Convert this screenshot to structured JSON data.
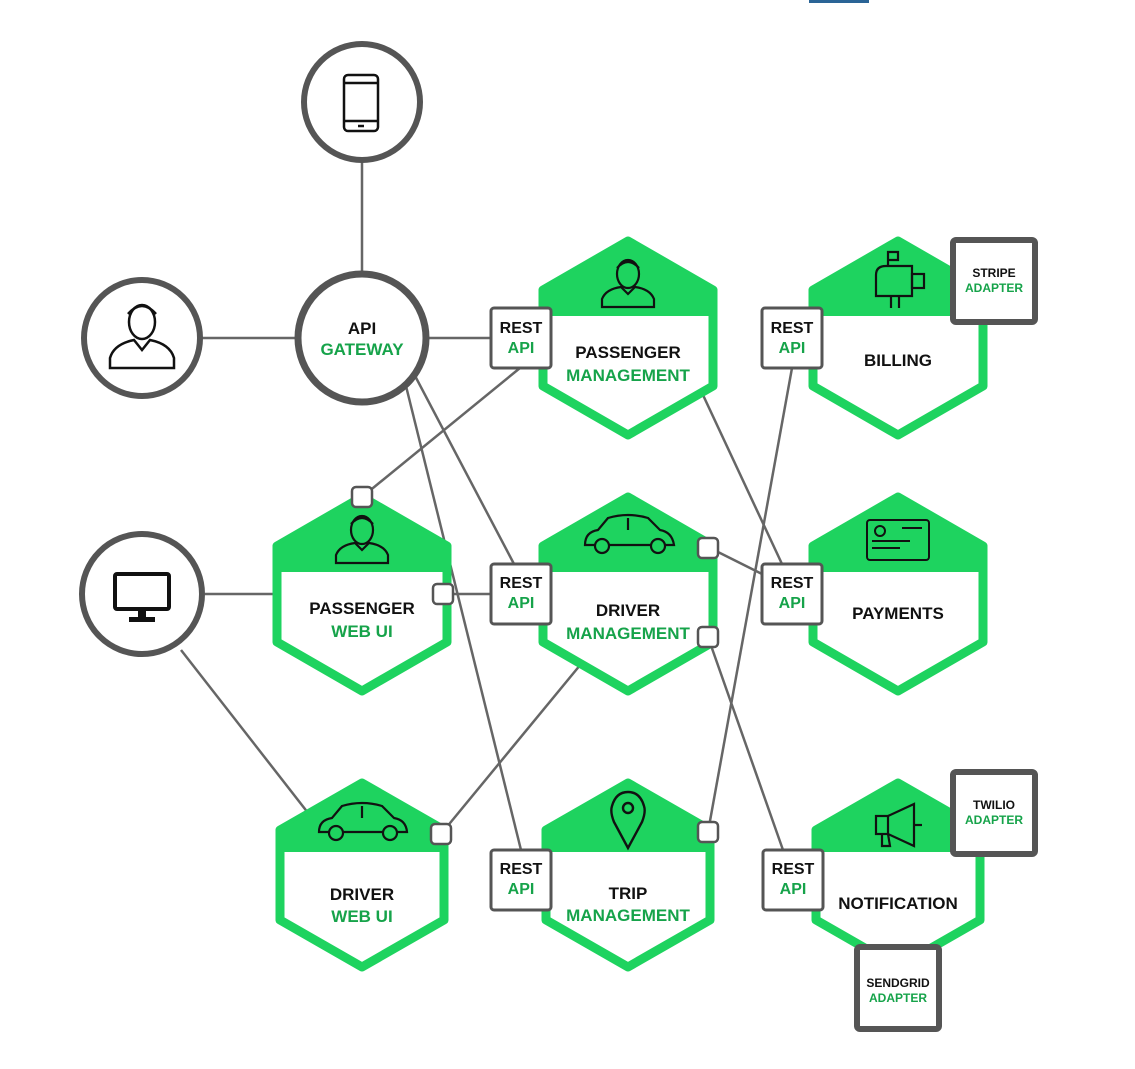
{
  "colors": {
    "green": "#1ed35f",
    "green_text": "#16a34a",
    "line": "#666666",
    "circle_stroke": "#555555",
    "box_stroke": "#555555",
    "dark": "#111111",
    "accent_rule": "#2a6496"
  },
  "clients": {
    "mobile": {
      "icon": "mobile-phone-icon"
    },
    "user": {
      "icon": "person-icon"
    },
    "desktop": {
      "icon": "desktop-monitor-icon"
    }
  },
  "gateway": {
    "line1": "API",
    "line2": "GATEWAY"
  },
  "services": {
    "passenger_management": {
      "line1": "PASSENGER",
      "line2": "MANAGEMENT",
      "icon": "person-icon"
    },
    "billing": {
      "line1": "BILLING",
      "line2": "",
      "icon": "mailbox-icon"
    },
    "passenger_web_ui": {
      "line1": "PASSENGER",
      "line2": "WEB UI",
      "icon": "person-icon"
    },
    "driver_management": {
      "line1": "DRIVER",
      "line2": "MANAGEMENT",
      "icon": "car-icon"
    },
    "payments": {
      "line1": "PAYMENTS",
      "line2": "",
      "icon": "credit-card-icon"
    },
    "driver_web_ui": {
      "line1": "DRIVER",
      "line2": "WEB UI",
      "icon": "car-icon"
    },
    "trip_management": {
      "line1": "TRIP",
      "line2": "MANAGEMENT",
      "icon": "location-pin-icon"
    },
    "notification": {
      "line1": "NOTIFICATION",
      "line2": "",
      "icon": "megaphone-icon"
    }
  },
  "rest_api": {
    "line1": "REST",
    "line2": "API"
  },
  "adapters": {
    "stripe": {
      "line1": "STRIPE",
      "line2": "ADAPTER"
    },
    "twilio": {
      "line1": "TWILIO",
      "line2": "ADAPTER"
    },
    "sendgrid": {
      "line1": "SENDGRID",
      "line2": "ADAPTER"
    }
  }
}
